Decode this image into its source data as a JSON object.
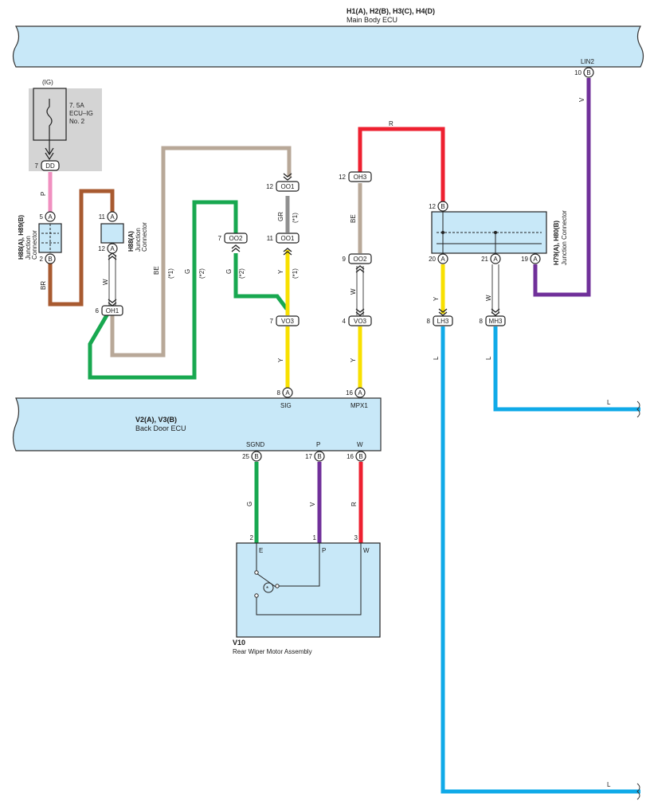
{
  "colors": {
    "ecu_fill": "#c8e8f8",
    "pink": "#f090c0",
    "brown": "#a85a30",
    "tan": "#b8a898",
    "green": "#18a850",
    "gray": "#909090",
    "yellow": "#f8e000",
    "red": "#ee2030",
    "purple": "#70309a",
    "blue": "#10aae8",
    "fuse_box": "#d4d4d4"
  },
  "main_ecu": {
    "code": "H1(A), H2(B), H3(C), H4(D)",
    "name": "Main Body ECU",
    "pin_label": "LIN2",
    "pin_num": "10",
    "pin_conn": "B"
  },
  "back_ecu": {
    "code": "V2(A), V3(B)",
    "name": "Back Door ECU",
    "pins": {
      "sig": {
        "label": "SIG",
        "num": "8",
        "conn": "A"
      },
      "mpx1": {
        "label": "MPX1",
        "num": "16",
        "conn": "A"
      },
      "sgnd": {
        "label": "SGND",
        "num": "25",
        "conn": "B"
      },
      "p": {
        "label": "P",
        "num": "17",
        "conn": "B"
      },
      "w": {
        "label": "W",
        "num": "16",
        "conn": "B"
      }
    }
  },
  "fuse": {
    "ig": "(IG)",
    "rating": "7. 5A",
    "name": "ECU–IG",
    "no": "No. 2",
    "conn_num": "7",
    "conn": "DD"
  },
  "jc_h88_h89": {
    "code": "H88(A), H89(B)",
    "type1": "Junction",
    "type2": "Connector",
    "top_num": "5",
    "top_conn": "A",
    "bot_num": "2",
    "bot_conn": "B"
  },
  "jc_h88": {
    "code": "H88(A)",
    "type1": "Junction",
    "type2": "Connector",
    "top_num": "11",
    "top_conn": "A",
    "bot_num": "12",
    "bot_conn": "A"
  },
  "jc_h79_h80": {
    "code": "H79(A), H80(B)",
    "type1": "Junction Connector",
    "top_num": "12",
    "top_conn": "B",
    "p20": "20",
    "p21": "21",
    "p19": "19",
    "pconn": "A"
  },
  "connectors": {
    "oh1": {
      "num": "6",
      "name": "OH1"
    },
    "oo1a": {
      "num": "12",
      "name": "OO1"
    },
    "oo1b": {
      "num": "11",
      "name": "OO1"
    },
    "oo2a": {
      "num": "7",
      "name": "OO2"
    },
    "vo3a": {
      "num": "7",
      "name": "VO3"
    },
    "oh3": {
      "num": "12",
      "name": "OH3"
    },
    "oo2b": {
      "num": "9",
      "name": "OO2"
    },
    "vo3b": {
      "num": "4",
      "name": "VO3"
    },
    "lh3": {
      "num": "8",
      "name": "LH3"
    },
    "mh3": {
      "num": "8",
      "name": "MH3"
    }
  },
  "wires": {
    "p": "P",
    "br": "BR",
    "w": "W",
    "be": "BE",
    "g": "G",
    "gr": "GR",
    "y": "Y",
    "r": "R",
    "v": "V",
    "l": "L",
    "note1": "(*1)",
    "note2": "(*2)"
  },
  "motor": {
    "code": "V10",
    "name": "Rear Wiper Motor Assembly",
    "pins": [
      {
        "num": "2",
        "label": "E"
      },
      {
        "num": "1",
        "label": "P"
      },
      {
        "num": "3",
        "label": "W"
      }
    ],
    "symbol": "*"
  }
}
